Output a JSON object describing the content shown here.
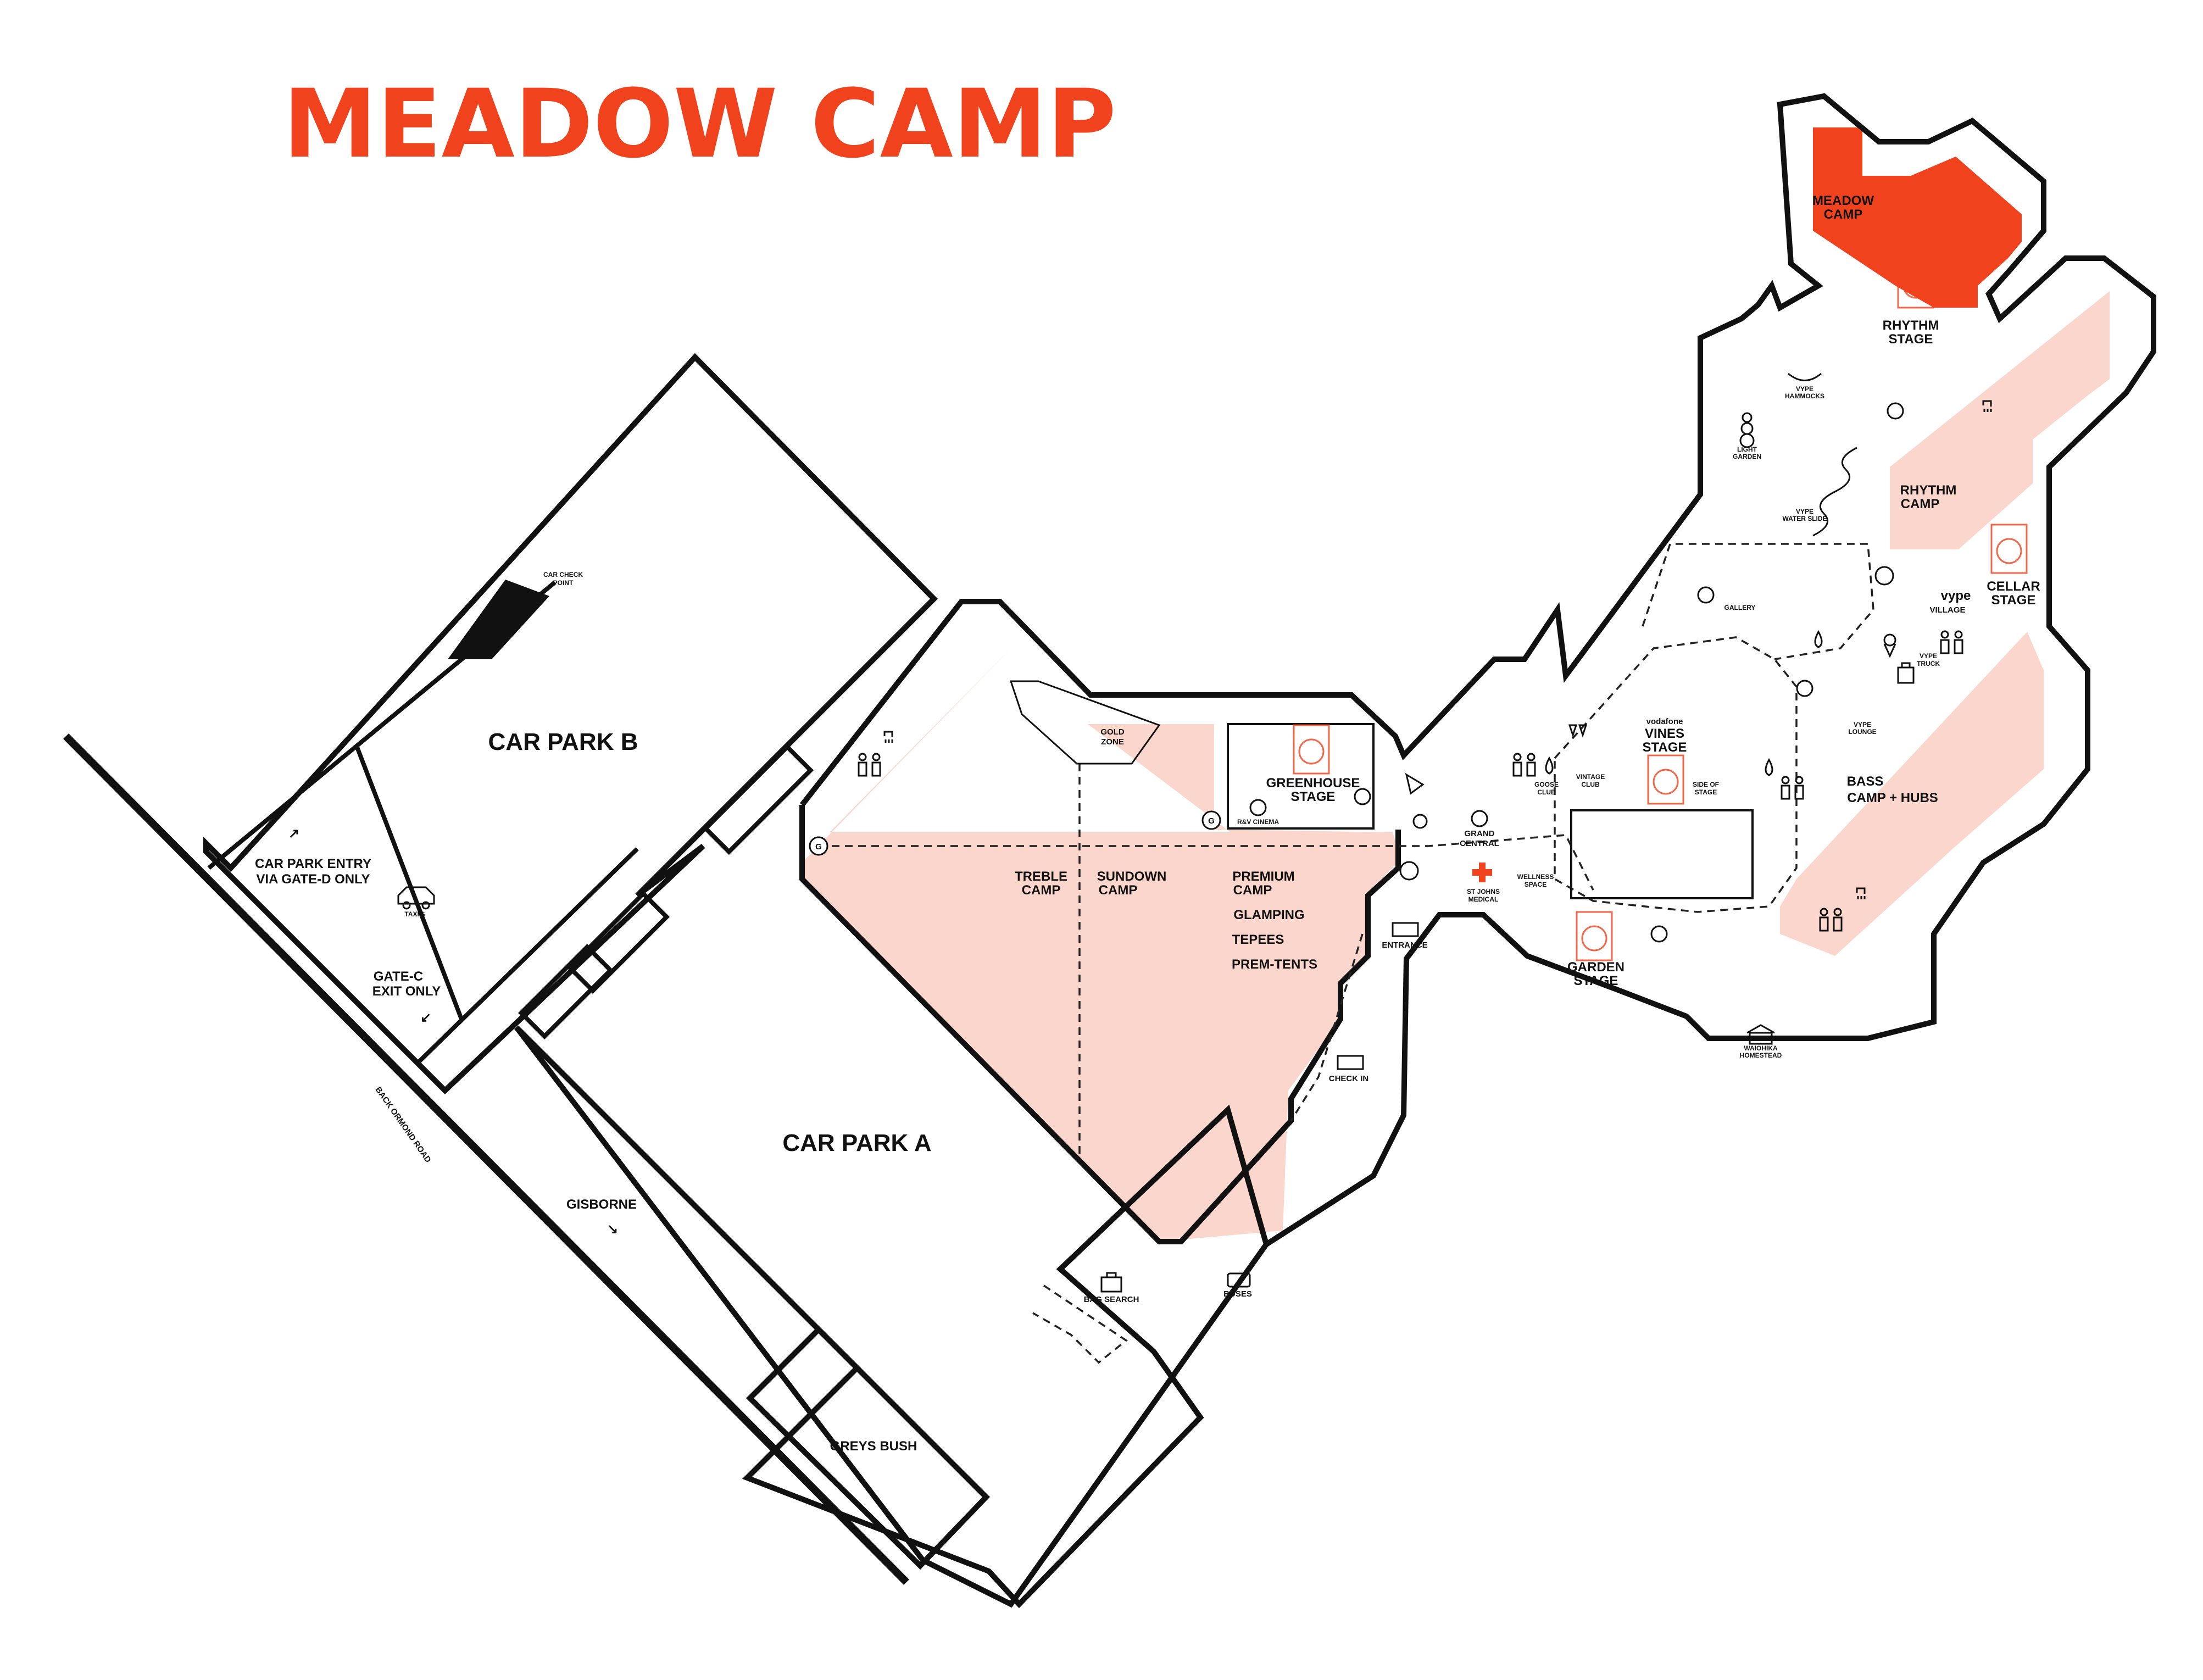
{
  "title": "MEADOW CAMP",
  "colors": {
    "accent": "#f0421c",
    "zone": "#fbd6cc",
    "ink": "#111111"
  },
  "labels": {
    "meadow_camp": [
      "MEADOW",
      "CAMP"
    ],
    "rhythm_stage": [
      "RHYTHM",
      "STAGE"
    ],
    "rhythm_camp": [
      "RHYTHM",
      "CAMP"
    ],
    "cellar_stage": [
      "CELLAR",
      "STAGE"
    ],
    "bass_camp": [
      "BASS",
      "CAMP + HUBS"
    ],
    "vines_brand": "vodafone",
    "vines_stage": [
      "VINES",
      "STAGE"
    ],
    "garden_stage": [
      "GARDEN",
      "STAGE"
    ],
    "greenhouse_stage": [
      "GREENHOUSE",
      "STAGE"
    ],
    "gold_zone": [
      "GOLD",
      "ZONE"
    ],
    "treble_camp": [
      "TREBLE",
      "CAMP"
    ],
    "sundown_camp": [
      "SUNDOWN",
      "CAMP"
    ],
    "premium_camp": [
      "PREMIUM",
      "CAMP"
    ],
    "glamping": "GLAMPING",
    "tepees": "TEPEES",
    "prem_tents": "PREM-TENTS",
    "car_park_a": "CAR PARK A",
    "car_park_b": "CAR PARK B",
    "car_check_point": [
      "CAR CHECK",
      "POINT"
    ],
    "car_park_entry": [
      "CAR PARK ENTRY",
      "VIA GATE-D ONLY"
    ],
    "taxis": "TAXI'S",
    "gate_c": [
      "GATE-C",
      "EXIT ONLY"
    ],
    "back_ormond_road": "BACK ORMOND ROAD",
    "gisborne": "GISBORNE",
    "greys_bush": "GREYS BUSH",
    "bag_search": "BAG SEARCH",
    "buses": "BUSES",
    "check_in": "CHECK IN",
    "entrance": "ENTRANCE",
    "grand_central": [
      "GRAND",
      "CENTRAL"
    ],
    "st_johns": [
      "ST JOHNS",
      "MEDICAL"
    ],
    "wellness": [
      "WELLNESS",
      "SPACE"
    ],
    "goose_club": [
      "GOOSE",
      "CLUB"
    ],
    "vintage_club": [
      "VINTAGE",
      "CLUB"
    ],
    "side_of_stage": [
      "SIDE OF",
      "STAGE"
    ],
    "rv_cinema": "R&V CINEMA",
    "vype_hammocks": [
      "VYPE",
      "HAMMOCKS"
    ],
    "light_garden": [
      "LIGHT",
      "GARDEN"
    ],
    "vype_water_slide": [
      "VYPE",
      "WATER SLIDE"
    ],
    "gallery": "GALLERY",
    "vype_brand": "vype",
    "vype_village": "VILLAGE",
    "vype_truck": [
      "VYPE",
      "TRUCK"
    ],
    "vype_lounge": [
      "VYPE",
      "LOUNGE"
    ],
    "waiohika": [
      "WAIOHIKA",
      "HOMESTEAD"
    ],
    "gold_marker": "G"
  },
  "icons": [
    "shower-icon",
    "toilet-icon",
    "info-icon",
    "speaker-icon",
    "money-icon",
    "water-drop-icon",
    "medical-cross-icon",
    "taxi-icon",
    "bus-icon",
    "bag-icon",
    "ticket-icon",
    "tree-icon",
    "cinema-icon",
    "pizza-icon",
    "food-icon",
    "drink-icon",
    "ice-cream-icon",
    "shopping-bag-icon",
    "homestead-icon"
  ]
}
